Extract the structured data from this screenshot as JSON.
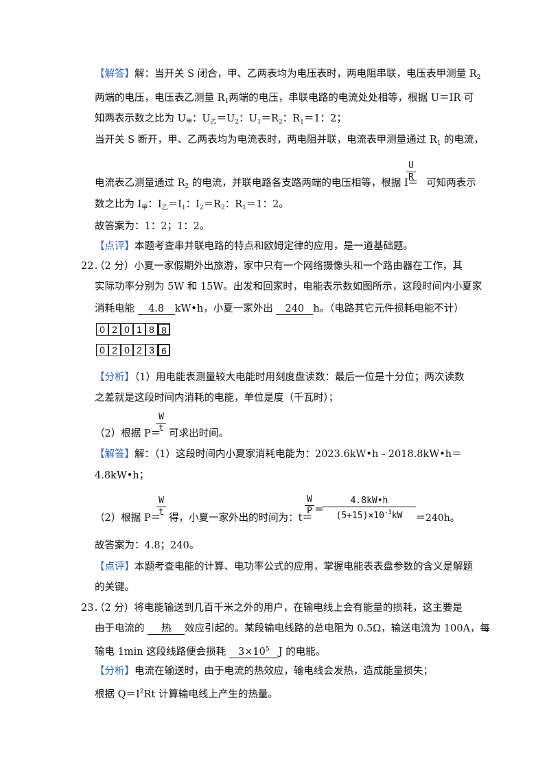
{
  "q21": {
    "jieda_tag": "【解答】",
    "l1": "解：当开关 S 闭合，甲、乙两表均为电压表时，两电阻串联，电压表甲测量 R",
    "l1_sub": "2",
    "l2a": "两端的电压，电压表乙测量 R",
    "l2_sub": "1",
    "l2b": "两端的电压，串联电路的电流处处相等，根据 U＝IR 可",
    "l3a": "知两表示数之比为 U",
    "l3_sub1": "甲",
    "l3b": "：U",
    "l3_sub2": "乙",
    "l3c": "＝U",
    "l3_sub3": "2",
    "l3d": "：U",
    "l3_sub4": "1",
    "l3e": "＝R",
    "l3_sub5": "2",
    "l3f": "：R",
    "l3_sub6": "1",
    "l3g": "＝1：2；",
    "l4a": "当开关 S 断开，甲、乙两表均为电流表时，两电阻并联，电流表甲测量通过 R",
    "l4_sub": "1",
    "l4b": " 的电流，",
    "l5a": "电流表乙测量通过 R",
    "l5_sub": "2",
    "l5b": " 的电流，并联电路各支路两端的电压相等，根据 I＝",
    "frac_n": "U",
    "frac_d": "R",
    "l5c": "可知两表示",
    "l6a": "数之比为 I",
    "l6_sub1": "甲",
    "l6b": "：I",
    "l6_sub2": "乙",
    "l6c": "＝I",
    "l6_sub3": "1",
    "l6d": "：I",
    "l6_sub4": "2",
    "l6e": "＝R",
    "l6_sub5": "2",
    "l6f": "：R",
    "l6_sub6": "1",
    "l6g": "＝1：2。",
    "answer": "故答案为：1：2；1：2。",
    "dianping_tag": "【点评】",
    "dianping": "本题考查串并联电路的特点和欧姆定律的应用，是一道基础题。"
  },
  "q22": {
    "num": "22．",
    "l1": "（2 分）小夏一家假期外出旅游，家中只有一个网络摄像头和一个路由器在工作，其",
    "l2": "实际功率分别为 5W 和 15W。出发和回家时，电能表示数如图所示，这段时间内小夏家",
    "l3a": "消耗电能 ",
    "blank1": "4.8",
    "l3b": "kW•h，小夏一家外出 ",
    "blank2": "240",
    "l3c": "h。（电路其它元件损耗电能不计）",
    "meter1": [
      "0",
      "2",
      "0",
      "1",
      "8",
      "8"
    ],
    "meter2": [
      "0",
      "2",
      "0",
      "2",
      "3",
      "6"
    ],
    "fenxi_tag": "【分析】",
    "f1": "（1）用电能表测量较大电能时用刻度盘读数：最后一位是十分位；两次读数",
    "f2": "之差就是这段时间内消耗的电能，单位是度（千瓦时）；",
    "f3a": "（2）根据 P＝",
    "f3_n": "W",
    "f3_d": "t",
    "f3b": "可求出时间。",
    "jieda_tag": "【解答】",
    "j1": "解：（1）这段时间内小夏家消耗电能为：2023.6kW•h﹣2018.8kW•h＝",
    "j2": "4.8kW•h；",
    "j3a": "（2）根据 P＝",
    "j3_n": "W",
    "j3_d": "t",
    "j3b": "得，小夏一家外出的时间为：t＝",
    "j3_n2": "W",
    "j3_d2": "P",
    "j3c": "＝",
    "j3_n3": "4.8kW•h",
    "j3_d3a": "(5+15)×10",
    "j3_d3sup": "-3",
    "j3_d3b": "kW",
    "j3d": "＝240h。",
    "answer": "故答案为：4.8；240。",
    "dianping_tag": "【点评】",
    "dp1": "本题考查电能的计算、电功率公式的应用，掌握电能表表盘参数的含义是解题",
    "dp2": "的关键。"
  },
  "q23": {
    "num": "23．",
    "l1": "（2 分）将电能输送到几百千米之外的用户，在输电线上会有能量的损耗，这主要是",
    "l2a": "由于电流的 ",
    "blank1": "热",
    "l2b": "效应引起的。某段输电线路的总电阻为 0.5Ω，输送电流为 100A，每",
    "l3a": "输电 1min 这段线路便会损耗 ",
    "blank2a": "3×10",
    "blank2sup": "5",
    "l3b": "J 的电能。",
    "fenxi_tag": "【分析】",
    "f1": "电流在输送时，由于电流的热效应，输电线会发热，造成能量损失；",
    "f2a": "根据 Q＝I",
    "f2sup": "2",
    "f2b": "Rt 计算输电线上产生的热量。"
  },
  "colors": {
    "tag": "#2a62c4",
    "text": "#111111"
  }
}
